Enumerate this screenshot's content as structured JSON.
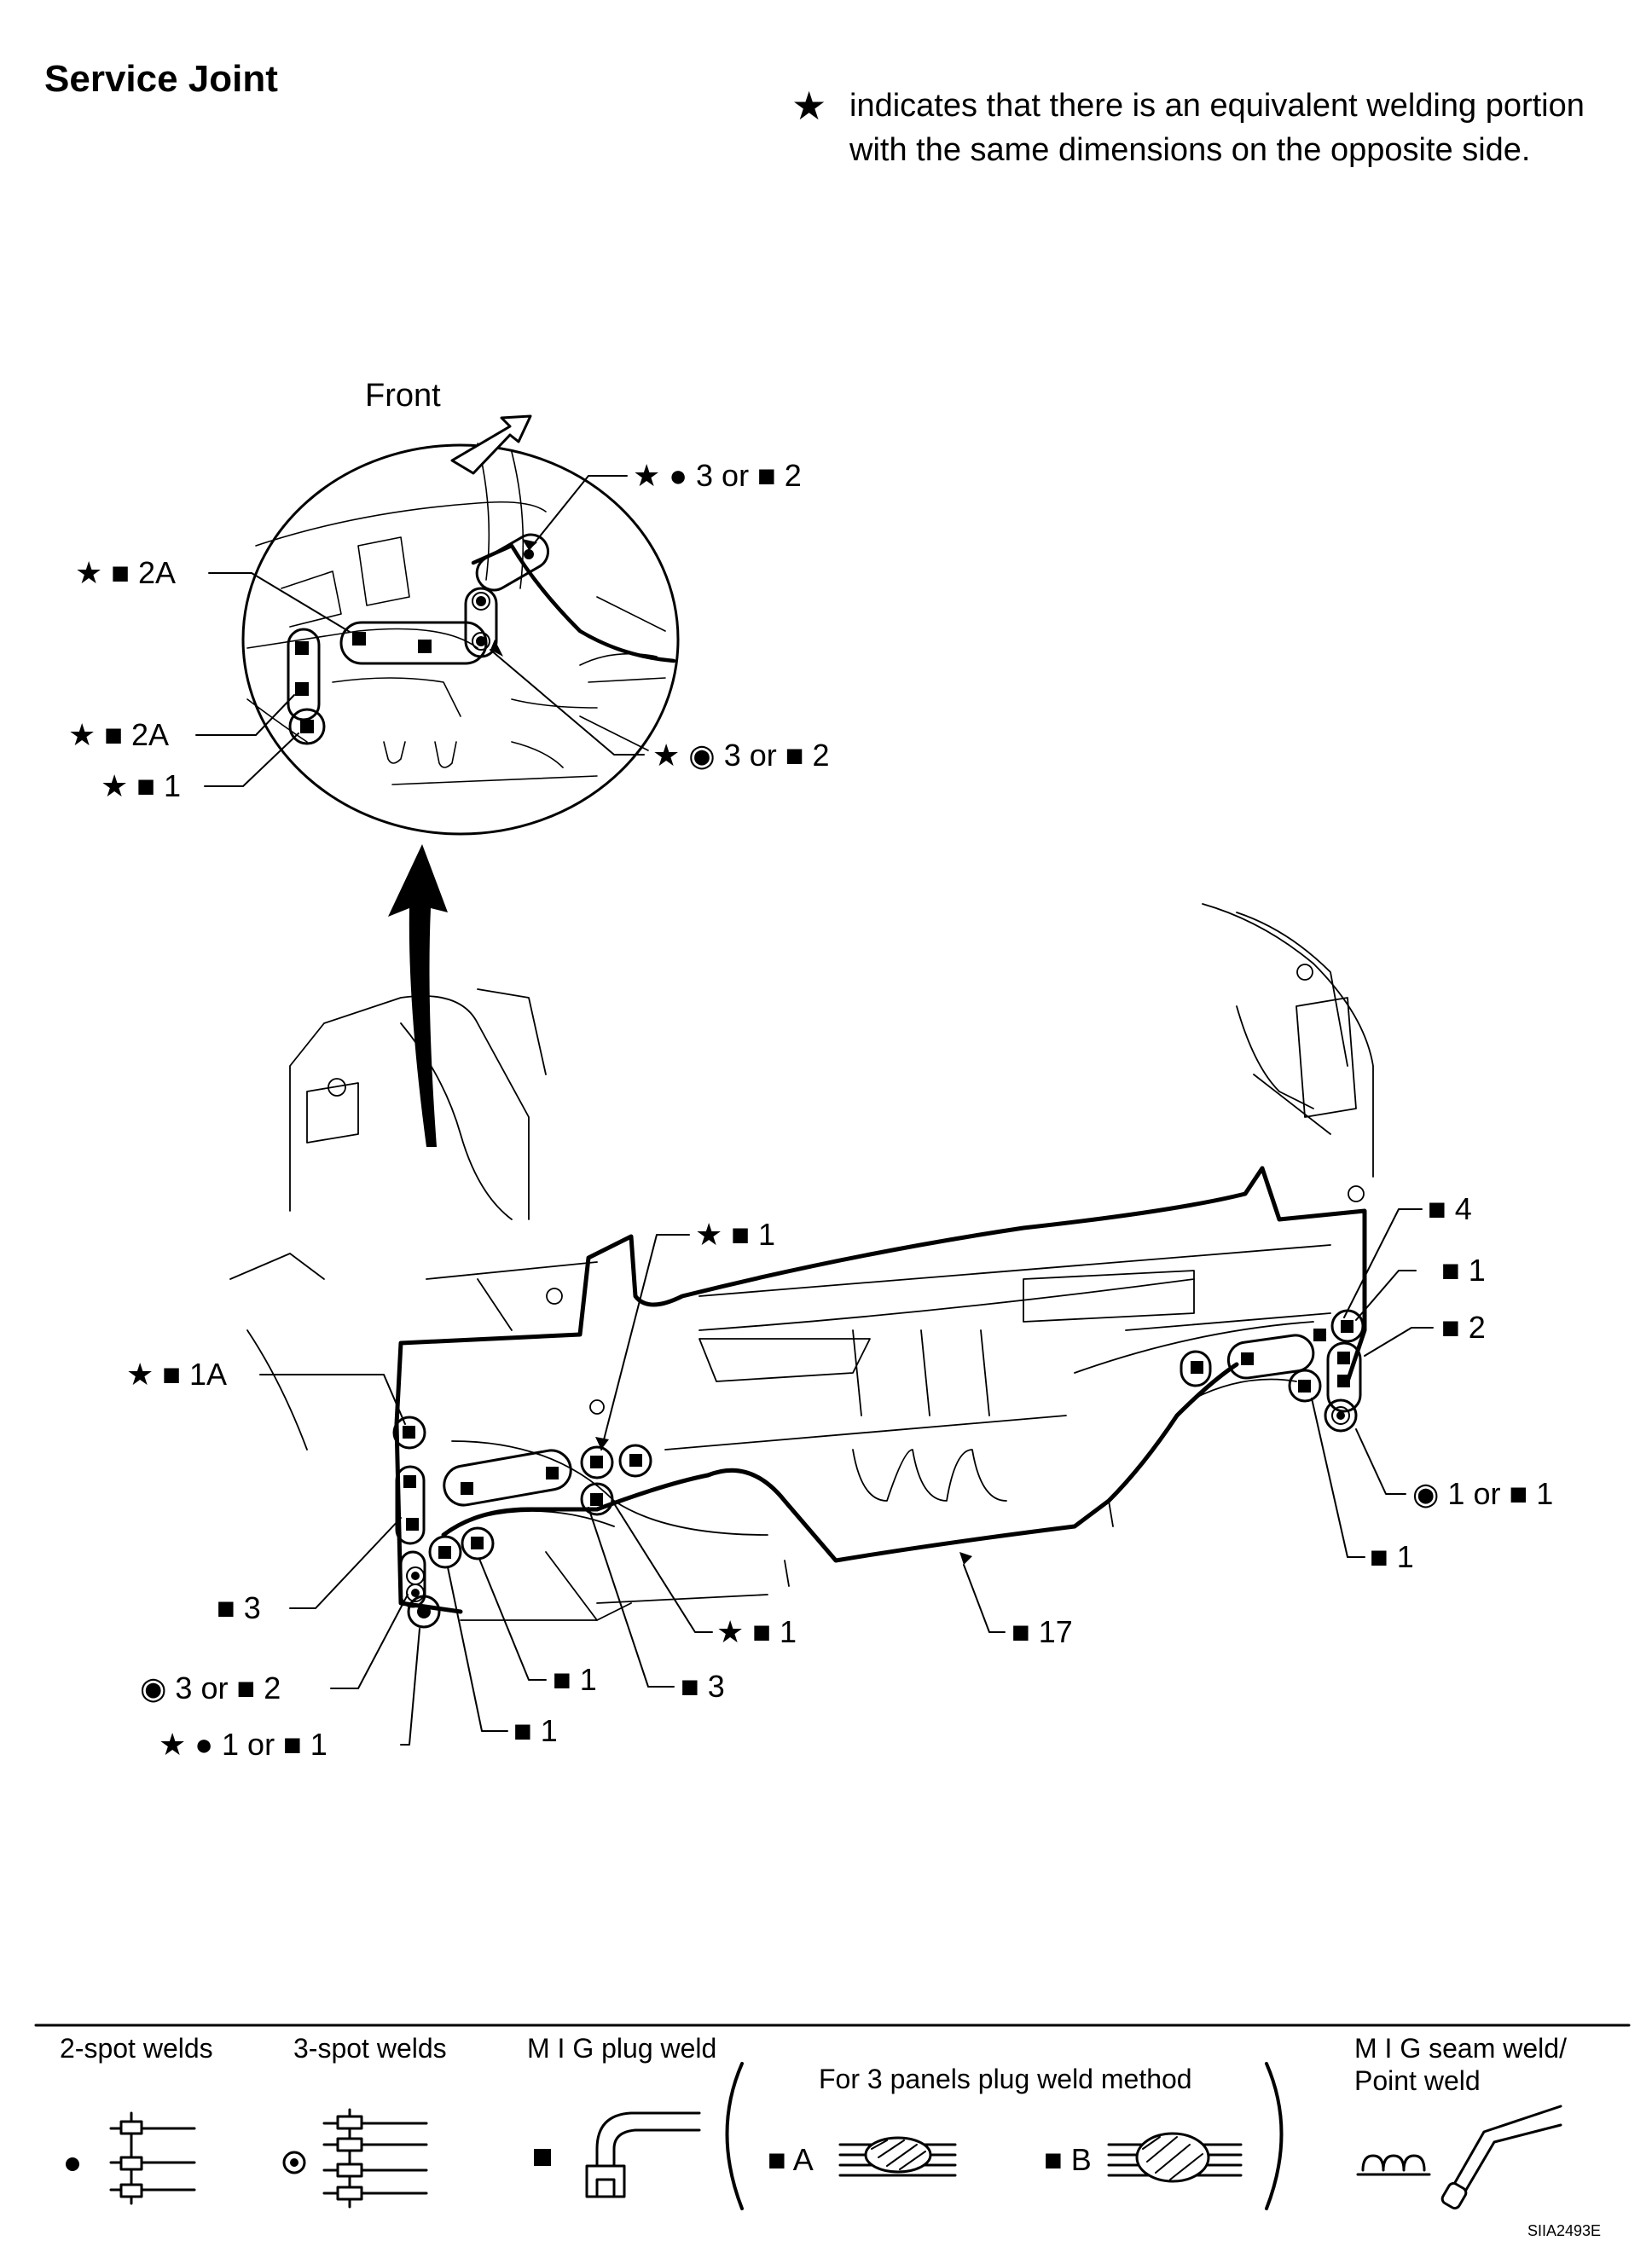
{
  "title": "Service Joint",
  "note": {
    "symbol": "★",
    "line1": "indicates that there is an equivalent welding portion",
    "line2": "with the same dimensions on the opposite side."
  },
  "front_label": "Front",
  "callouts": {
    "c1": "★ ● 3 or ■ 2",
    "c2": "★ ■ 2A",
    "c3": "★ ■ 2A",
    "c4": "★ ◉ 3 or ■ 2",
    "c5": "★ ■ 1",
    "c6": "★ ■ 1",
    "c7": "★ ■ 1A",
    "c8": "■ 3",
    "c9": "◉ 3 or ■ 2",
    "c10": "★ ● 1 or ■ 1",
    "c11": "■ 1",
    "c12": "■ 1",
    "c13": "■ 3",
    "c14": "★ ■ 1",
    "c15": "■ 17",
    "c16": "■ 4",
    "c17": "■ 1",
    "c18": "■ 2",
    "c19": "◉ 1 or ■ 1",
    "c20": "■ 1"
  },
  "legend": {
    "two_spot": "2-spot welds",
    "three_spot": "3-spot welds",
    "mig_plug": "M I G plug weld",
    "three_panels": "For 3 panels plug weld method",
    "mig_seam_1": "M I G seam weld/",
    "mig_seam_2": "Point weld",
    "method_a": "■ A",
    "method_b": "■ B"
  },
  "figure_code": "SIIA2493E",
  "icons": [
    "star-icon",
    "filled-circle-icon",
    "double-circle-icon",
    "square-icon",
    "arrow-icon"
  ]
}
